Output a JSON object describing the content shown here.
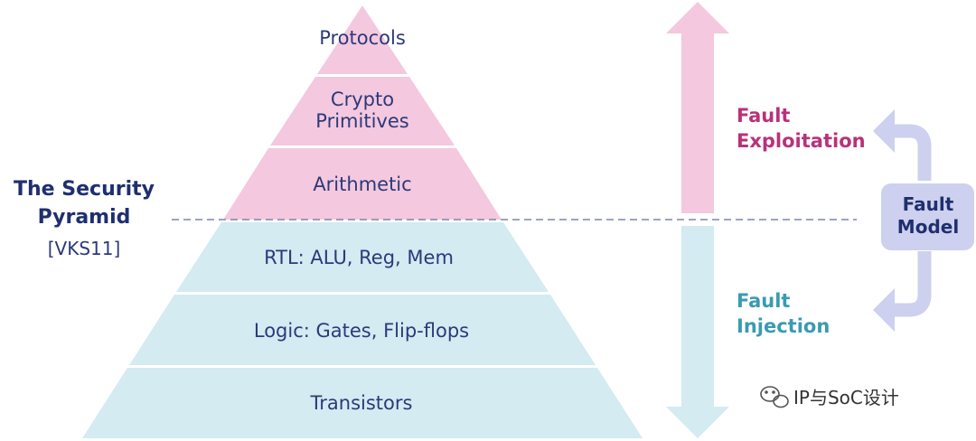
{
  "title_lines": [
    "The Security",
    "Pyramid"
  ],
  "citation": "[VKS11]",
  "levels": [
    {
      "lines": [
        "Protocols"
      ]
    },
    {
      "lines": [
        "Crypto",
        "Primitives"
      ]
    },
    {
      "lines": [
        "Arithmetic"
      ]
    },
    {
      "lines": [
        "RTL: ALU, Reg, Mem"
      ]
    },
    {
      "lines": [
        "Logic: Gates, Flip-flops"
      ]
    },
    {
      "lines": [
        "Transistors"
      ]
    }
  ],
  "exploitation_lines": [
    "Fault",
    "Exploitation"
  ],
  "injection_lines": [
    "Fault",
    "Injection"
  ],
  "model_lines": [
    "Fault",
    "Model"
  ],
  "watermark": "IP与SoC设计",
  "colors": {
    "upper_fill": "#f4c8de",
    "lower_fill": "#d3ebf1",
    "title": "#1f2f6e",
    "exploitation": "#b8327a",
    "injection": "#3a9bb0",
    "model_box": "#cdd0ee"
  }
}
